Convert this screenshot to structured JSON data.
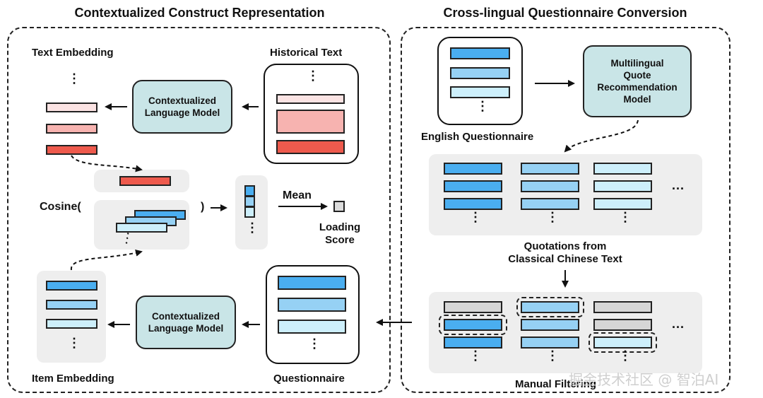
{
  "left_panel": {
    "title": "Contextualized Construct Representation",
    "text_embedding_label": "Text Embedding",
    "historical_text_label": "Historical Text",
    "top_model_label": "Contextualized\nLanguage Model",
    "cosine_label": "Cosine(",
    "cosine_close": ")",
    "mean_label": "Mean",
    "loading_score_label": "Loading\nScore",
    "bottom_model_label": "Contextualized\nLanguage Model",
    "item_embedding_label": "Item Embedding",
    "questionnaire_label": "Questionnaire"
  },
  "right_panel": {
    "title": "Cross-lingual Questionnaire Conversion",
    "english_questionnaire_label": "English Questionnaire",
    "model_label": "Multilingual\nQuote\nRecommendation\nModel",
    "quotations_label": "Quotations from\nClassical Chinese Text",
    "manual_filtering_label": "Manual Filtering"
  },
  "dots": "⋮",
  "hdots": "...",
  "watermark": "掘金技术社区 @ 智泊AI",
  "colors": {
    "red_light": "#fbe3e3",
    "red_mid": "#f7b3b0",
    "red_strong": "#ee5a4d",
    "blue_strong": "#4aaef0",
    "blue_mid": "#96d1f4",
    "blue_light": "#cdeffb",
    "gray_bar": "#d6d6d6",
    "model_fill": "#c9e5e7"
  }
}
